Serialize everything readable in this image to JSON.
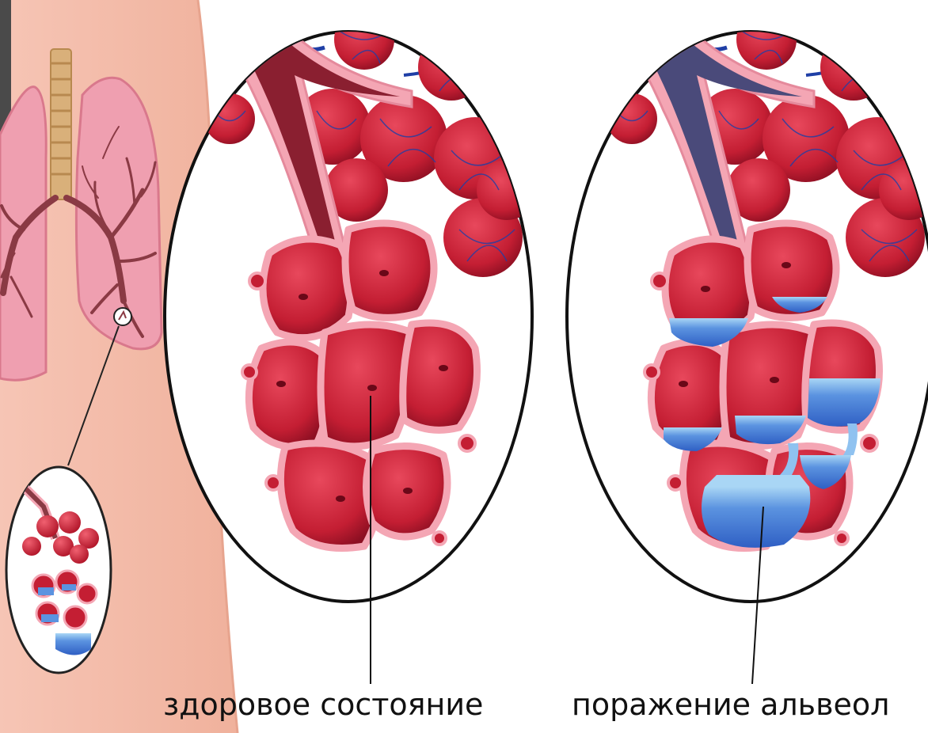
{
  "captions": {
    "healthy": "здоровое состояние",
    "damaged": "поражение альвеол"
  },
  "colors": {
    "skin": "#f3b9a6",
    "lung": "#ef9fb0",
    "bronchi": "#8a3a44",
    "alveolus": "#c41e33",
    "alveolus_dark": "#8c0f22",
    "membrane": "#f4a6b4",
    "vessel": "#1f3fa6",
    "fluid": "#3f74d6",
    "fluid_light": "#8fc2f0",
    "trachea": "#d9b07a",
    "outline": "#111111"
  },
  "icons": {
    "lungs": "lungs-illustration",
    "zoom": "zoom-lens-icon"
  }
}
